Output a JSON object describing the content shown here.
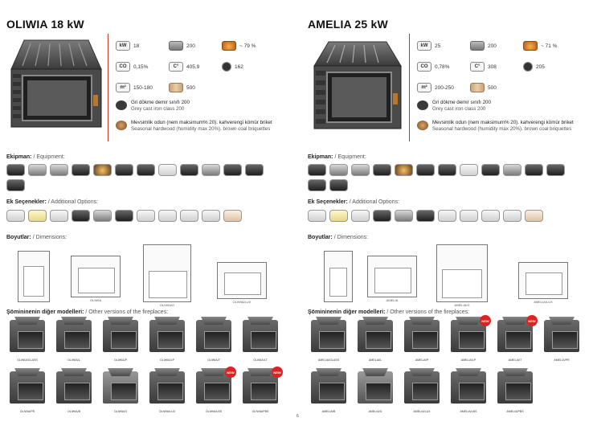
{
  "left": {
    "title": "OLIWIA 18 kW",
    "specs": [
      [
        {
          "icon": "kW",
          "value": "18"
        },
        {
          "icon": "",
          "value": "200"
        },
        {
          "icon": "",
          "value": "~ 79 %"
        }
      ],
      [
        {
          "icon": "CO",
          "value": "0,15%"
        },
        {
          "icon": "C°",
          "value": "405,9"
        },
        {
          "icon": "",
          "value": "162"
        }
      ],
      [
        {
          "icon": "m²",
          "value": "150-180"
        },
        {
          "icon": "",
          "value": "500"
        },
        {
          "icon": "",
          "value": ""
        }
      ]
    ],
    "material_tr": "Gri dökme demir sınıfı 200",
    "material_en": "Grey cast iron class 200",
    "fuel_tr": "Mevsimlik odun (nem maksimum% 20). kahverengi kömür briket",
    "fuel_en": "Seasonal hardwood (humidity max 20%). brown coal briquettes",
    "equip_tr": "Ekipman:",
    "equip_en": "/ Equipment:",
    "options_tr": "Ek Seçenekler:",
    "options_en": "/ Additional Options:",
    "dims_tr": "Boyutlar:",
    "dims_en": "/ Dimensions:",
    "dim_labels": [
      "OLIWIA",
      "OLIWIA/G",
      "OLIWIA/LUX"
    ],
    "models_tr": "Şömininenin diğer modelleri:",
    "models_en": "/ Other versions of the fireplaces:",
    "models_row1": [
      "OLIWIA/GLASS",
      "OLIWIA/L",
      "OLIWIA/P",
      "OLIWIA/LP",
      "OLIWIA/T",
      "OLIWIA/LT"
    ],
    "models_row2": [
      "OLIWIA/PR",
      "OLIWIA/B",
      "OLIWIA/G",
      "OLIWIA/LUX",
      "OLIWIA/LBS",
      "OLIWIA/PBS"
    ],
    "new_label": "NEW"
  },
  "right": {
    "title": "AMELIA 25 kW",
    "specs": [
      [
        {
          "icon": "kW",
          "value": "25"
        },
        {
          "icon": "",
          "value": "200"
        },
        {
          "icon": "",
          "value": "~ 71 %"
        }
      ],
      [
        {
          "icon": "CO",
          "value": "0,78%"
        },
        {
          "icon": "C°",
          "value": "308"
        },
        {
          "icon": "",
          "value": "205"
        }
      ],
      [
        {
          "icon": "m²",
          "value": "200-250"
        },
        {
          "icon": "",
          "value": "500"
        },
        {
          "icon": "",
          "value": ""
        }
      ]
    ],
    "material_tr": "Gri dökme demir sınıfı 200",
    "material_en": "Grey cast iron class 200",
    "fuel_tr": "Mevsimlik odun (nem maksimum% 20). kahverengi kömür briket",
    "fuel_en": "Seasonal hardwood (humidity max 20%). brown coal briquettes",
    "equip_tr": "Ekipman:",
    "equip_en": "/ Equipment:",
    "options_tr": "Ek Seçenekler:",
    "options_en": "/ Additional Options:",
    "dims_tr": "Boyutlar:",
    "dims_en": "/ Dimensions:",
    "dim_labels": [
      "AMELIA",
      "AMELIA/G",
      "AMELIA/LUX"
    ],
    "models_tr": "Şömininenin diğer modelleri:",
    "models_en": "/ Other versions of the fireplaces:",
    "models_row1": [
      "AMELIA/GLASS",
      "AMELIA/L",
      "AMELIA/P",
      "AMELIA/LP",
      "AMELIA/T",
      "AMELIA/PR"
    ],
    "models_row2": [
      "AMELIA/B",
      "AMELIA/G",
      "AMELIA/LUX",
      "AMELIA/LBS",
      "AMELIA/PBS"
    ],
    "new_label": "NEW",
    "page_number": "6"
  }
}
